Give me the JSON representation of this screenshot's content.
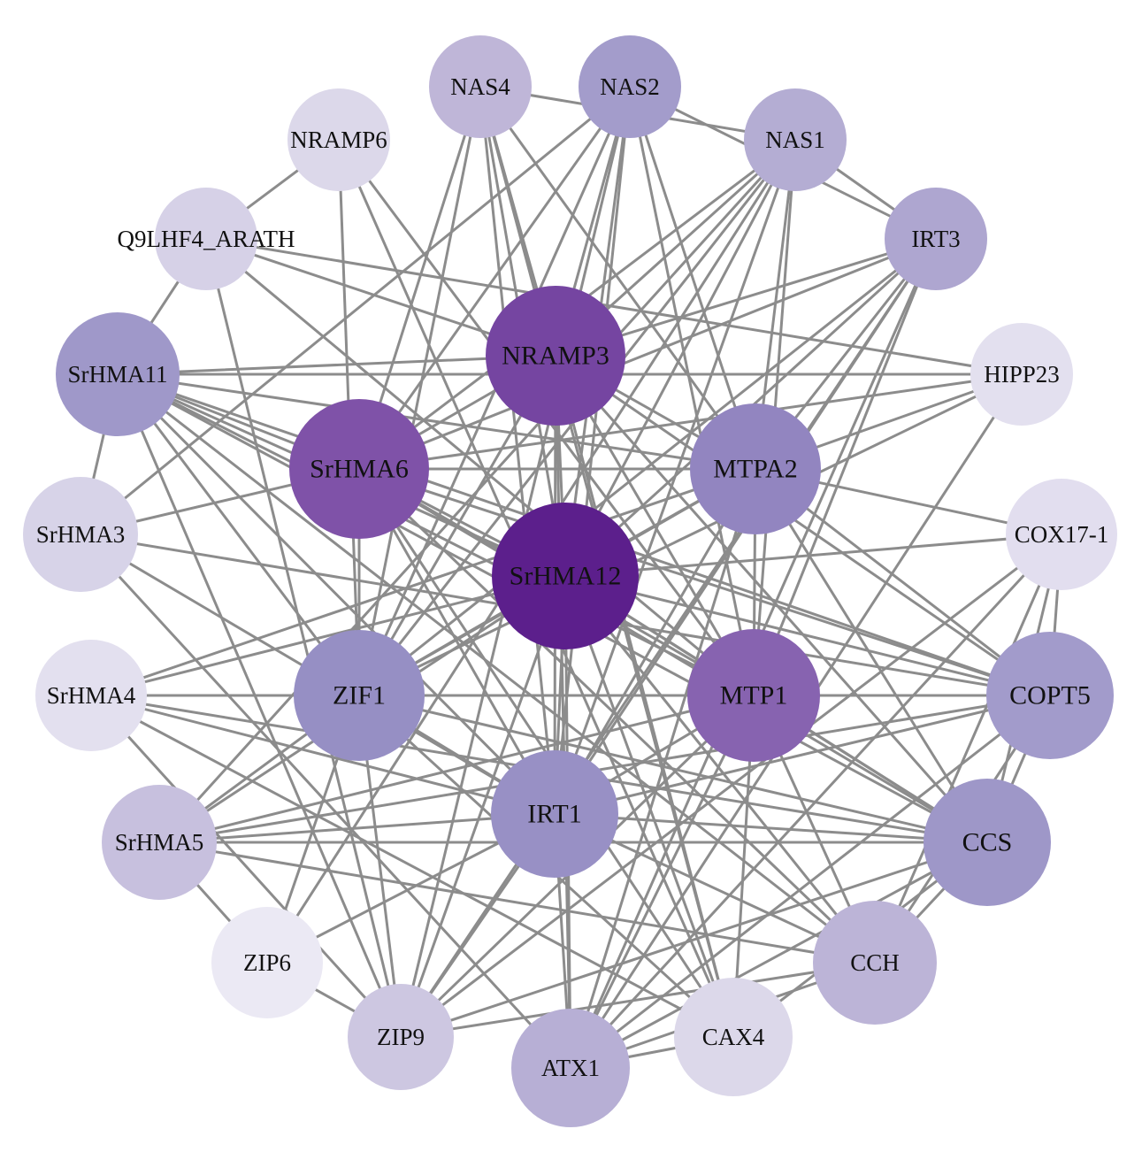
{
  "nodes": [
    {
      "id": "NAS4",
      "label": "NAS4",
      "color": "#bfb6d8"
    },
    {
      "id": "NAS2",
      "label": "NAS2",
      "color": "#a39ccb"
    },
    {
      "id": "NAS1",
      "label": "NAS1",
      "color": "#b4add3"
    },
    {
      "id": "NRAMP6",
      "label": "NRAMP6",
      "color": "#dcd8ea"
    },
    {
      "id": "IRT3",
      "label": "IRT3",
      "color": "#aea6d0"
    },
    {
      "id": "Q9LHF4_ARATH",
      "label": "Q9LHF4_ARATH",
      "color": "#d6d1e7"
    },
    {
      "id": "NRAMP3",
      "label": "NRAMP3",
      "color": "#7545a1"
    },
    {
      "id": "HIPP23",
      "label": "HIPP23",
      "color": "#e3e0ef"
    },
    {
      "id": "SrHMA11",
      "label": "SrHMA11",
      "color": "#9f98c9"
    },
    {
      "id": "SrHMA6",
      "label": "SrHMA6",
      "color": "#7f52a8"
    },
    {
      "id": "MTPA2",
      "label": "MTPA2",
      "color": "#9285c0"
    },
    {
      "id": "SrHMA3",
      "label": "SrHMA3",
      "color": "#d7d3e8"
    },
    {
      "id": "COX17-1",
      "label": "COX17-1",
      "color": "#e2deef"
    },
    {
      "id": "SrHMA12",
      "label": "SrHMA12",
      "color": "#5c1f8c"
    },
    {
      "id": "SrHMA4",
      "label": "SrHMA4",
      "color": "#e3e0ef"
    },
    {
      "id": "ZIF1",
      "label": "ZIF1",
      "color": "#968fc4"
    },
    {
      "id": "MTP1",
      "label": "MTP1",
      "color": "#8763b0"
    },
    {
      "id": "COPT5",
      "label": "COPT5",
      "color": "#a29bcb"
    },
    {
      "id": "IRT1",
      "label": "IRT1",
      "color": "#9890c5"
    },
    {
      "id": "SrHMA5",
      "label": "SrHMA5",
      "color": "#c7c0de"
    },
    {
      "id": "CCS",
      "label": "CCS",
      "color": "#9e97c8"
    },
    {
      "id": "ZIP6",
      "label": "ZIP6",
      "color": "#ebe9f4"
    },
    {
      "id": "CCH",
      "label": "CCH",
      "color": "#bcb4d7"
    },
    {
      "id": "ZIP9",
      "label": "ZIP9",
      "color": "#cdc7e1"
    },
    {
      "id": "ATX1",
      "label": "ATX1",
      "color": "#b7afd5"
    },
    {
      "id": "CAX4",
      "label": "CAX4",
      "color": "#dcd8ea"
    }
  ],
  "edges": [
    [
      "SrHMA12",
      "NAS4"
    ],
    [
      "SrHMA12",
      "NAS2"
    ],
    [
      "SrHMA12",
      "NAS1"
    ],
    [
      "SrHMA12",
      "IRT3"
    ],
    [
      "SrHMA12",
      "NRAMP3"
    ],
    [
      "SrHMA12",
      "SrHMA11"
    ],
    [
      "SrHMA12",
      "SrHMA6"
    ],
    [
      "SrHMA12",
      "MTPA2"
    ],
    [
      "SrHMA12",
      "ZIF1"
    ],
    [
      "SrHMA12",
      "MTP1"
    ],
    [
      "SrHMA12",
      "IRT1"
    ],
    [
      "SrHMA12",
      "COPT5"
    ],
    [
      "SrHMA12",
      "CCS"
    ],
    [
      "SrHMA12",
      "ATX1"
    ],
    [
      "SrHMA12",
      "CAX4"
    ],
    [
      "SrHMA12",
      "ZIP9"
    ],
    [
      "SrHMA12",
      "SrHMA5"
    ],
    [
      "SrHMA12",
      "SrHMA4"
    ],
    [
      "SrHMA12",
      "COX17-1"
    ],
    [
      "SrHMA12",
      "CCH"
    ],
    [
      "NRAMP3",
      "NAS4"
    ],
    [
      "NRAMP3",
      "NAS2"
    ],
    [
      "NRAMP3",
      "NAS1"
    ],
    [
      "NRAMP3",
      "IRT3"
    ],
    [
      "NRAMP3",
      "SrHMA11"
    ],
    [
      "NRAMP3",
      "SrHMA6"
    ],
    [
      "NRAMP3",
      "MTPA2"
    ],
    [
      "NRAMP3",
      "ZIF1"
    ],
    [
      "NRAMP3",
      "MTP1"
    ],
    [
      "NRAMP3",
      "IRT1"
    ],
    [
      "NRAMP3",
      "COPT5"
    ],
    [
      "NRAMP3",
      "CCS"
    ],
    [
      "NRAMP3",
      "ATX1"
    ],
    [
      "NRAMP3",
      "CAX4"
    ],
    [
      "NRAMP3",
      "Q9LHF4_ARATH"
    ],
    [
      "SrHMA6",
      "NAS4"
    ],
    [
      "SrHMA6",
      "NAS2"
    ],
    [
      "SrHMA6",
      "NAS1"
    ],
    [
      "SrHMA6",
      "MTPA2"
    ],
    [
      "SrHMA6",
      "ZIF1"
    ],
    [
      "SrHMA6",
      "MTP1"
    ],
    [
      "SrHMA6",
      "IRT1"
    ],
    [
      "SrHMA6",
      "SrHMA3"
    ],
    [
      "SrHMA6",
      "COPT5"
    ],
    [
      "SrHMA6",
      "CCS"
    ],
    [
      "SrHMA6",
      "CCH"
    ],
    [
      "SrHMA6",
      "SrHMA11"
    ],
    [
      "SrHMA6",
      "IRT3"
    ],
    [
      "SrHMA6",
      "CAX4"
    ],
    [
      "MTPA2",
      "NAS4"
    ],
    [
      "MTPA2",
      "NAS2"
    ],
    [
      "MTPA2",
      "NAS1"
    ],
    [
      "MTPA2",
      "IRT3"
    ],
    [
      "MTPA2",
      "HIPP23"
    ],
    [
      "MTPA2",
      "COX17-1"
    ],
    [
      "MTPA2",
      "ZIF1"
    ],
    [
      "MTPA2",
      "MTP1"
    ],
    [
      "MTPA2",
      "IRT1"
    ],
    [
      "MTPA2",
      "SrHMA11"
    ],
    [
      "MTPA2",
      "COPT5"
    ],
    [
      "MTPA2",
      "CCS"
    ],
    [
      "MTPA2",
      "ATX1"
    ],
    [
      "MTPA2",
      "SrHMA4"
    ],
    [
      "MTP1",
      "NAS2"
    ],
    [
      "MTP1",
      "NAS1"
    ],
    [
      "MTP1",
      "IRT3"
    ],
    [
      "MTP1",
      "ZIF1"
    ],
    [
      "MTP1",
      "IRT1"
    ],
    [
      "MTP1",
      "COPT5"
    ],
    [
      "MTP1",
      "CCS"
    ],
    [
      "MTP1",
      "SrHMA11"
    ],
    [
      "MTP1",
      "SrHMA4"
    ],
    [
      "MTP1",
      "SrHMA5"
    ],
    [
      "MTP1",
      "ATX1"
    ],
    [
      "MTP1",
      "CAX4"
    ],
    [
      "MTP1",
      "ZIP9"
    ],
    [
      "MTP1",
      "CCH"
    ],
    [
      "MTP1",
      "NRAMP6"
    ],
    [
      "ZIF1",
      "NAS4"
    ],
    [
      "ZIF1",
      "NAS2"
    ],
    [
      "ZIF1",
      "NAS1"
    ],
    [
      "ZIF1",
      "IRT1"
    ],
    [
      "ZIF1",
      "SrHMA11"
    ],
    [
      "ZIF1",
      "SrHMA4"
    ],
    [
      "ZIF1",
      "SrHMA5"
    ],
    [
      "ZIF1",
      "ZIP6"
    ],
    [
      "ZIF1",
      "ZIP9"
    ],
    [
      "ZIF1",
      "CCS"
    ],
    [
      "ZIF1",
      "COPT5"
    ],
    [
      "ZIF1",
      "HIPP23"
    ],
    [
      "ZIF1",
      "NRAMP6"
    ],
    [
      "ZIF1",
      "CAX4"
    ],
    [
      "ZIF1",
      "IRT3"
    ],
    [
      "IRT1",
      "NAS4"
    ],
    [
      "IRT1",
      "NAS2"
    ],
    [
      "IRT1",
      "NAS1"
    ],
    [
      "IRT1",
      "IRT3"
    ],
    [
      "IRT1",
      "SrHMA11"
    ],
    [
      "IRT1",
      "SrHMA3"
    ],
    [
      "IRT1",
      "SrHMA4"
    ],
    [
      "IRT1",
      "SrHMA5"
    ],
    [
      "IRT1",
      "CCS"
    ],
    [
      "IRT1",
      "CCH"
    ],
    [
      "IRT1",
      "ZIP6"
    ],
    [
      "IRT1",
      "ZIP9"
    ],
    [
      "IRT1",
      "ATX1"
    ],
    [
      "IRT1",
      "COPT5"
    ],
    [
      "NAS4",
      "NAS1"
    ],
    [
      "NAS2",
      "IRT3"
    ],
    [
      "NAS1",
      "IRT3"
    ],
    [
      "NAS2",
      "ZIP9"
    ],
    [
      "NAS1",
      "ZIP6"
    ],
    [
      "NAS4",
      "CAX4"
    ],
    [
      "NAS1",
      "SrHMA5"
    ],
    [
      "IRT3",
      "ATX1"
    ],
    [
      "IRT3",
      "ZIP9"
    ],
    [
      "NAS2",
      "SrHMA3"
    ],
    [
      "NRAMP6",
      "Q9LHF4_ARATH"
    ],
    [
      "NRAMP6",
      "CAX4"
    ],
    [
      "Q9LHF4_ARATH",
      "HIPP23"
    ],
    [
      "Q9LHF4_ARATH",
      "SrHMA11"
    ],
    [
      "Q9LHF4_ARATH",
      "ZIP9"
    ],
    [
      "Q9LHF4_ARATH",
      "MTP1"
    ],
    [
      "SrHMA11",
      "SrHMA3"
    ],
    [
      "SrHMA11",
      "CCS"
    ],
    [
      "SrHMA11",
      "ZIP9"
    ],
    [
      "SrHMA11",
      "HIPP23"
    ],
    [
      "SrHMA11",
      "COPT5"
    ],
    [
      "SrHMA3",
      "COPT5"
    ],
    [
      "SrHMA3",
      "ATX1"
    ],
    [
      "SrHMA4",
      "CCS"
    ],
    [
      "SrHMA4",
      "ZIP9"
    ],
    [
      "SrHMA4",
      "COPT5"
    ],
    [
      "SrHMA4",
      "CAX4"
    ],
    [
      "SrHMA5",
      "CCH"
    ],
    [
      "SrHMA5",
      "CCS"
    ],
    [
      "SrHMA5",
      "ZIP6"
    ],
    [
      "SrHMA5",
      "COPT5"
    ],
    [
      "COX17-1",
      "COPT5"
    ],
    [
      "COX17-1",
      "CCS"
    ],
    [
      "COX17-1",
      "ATX1"
    ],
    [
      "COX17-1",
      "CCH"
    ],
    [
      "COX17-1",
      "ZIP9"
    ],
    [
      "COPT5",
      "CCS"
    ],
    [
      "COPT5",
      "CCH"
    ],
    [
      "COPT5",
      "ATX1"
    ],
    [
      "CCS",
      "CCH"
    ],
    [
      "CCS",
      "ATX1"
    ],
    [
      "CCS",
      "ZIP9"
    ],
    [
      "CCS",
      "CAX4"
    ],
    [
      "CCH",
      "ATX1"
    ],
    [
      "CCH",
      "ZIP9"
    ],
    [
      "CCH",
      "SrHMA11"
    ],
    [
      "ATX1",
      "CAX4"
    ],
    [
      "ZIP6",
      "ZIP9"
    ],
    [
      "HIPP23",
      "ATX1"
    ],
    [
      "HIPP23",
      "SrHMA6"
    ]
  ]
}
